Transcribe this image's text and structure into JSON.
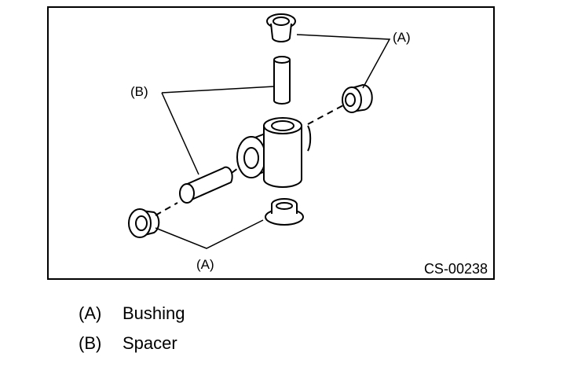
{
  "figure": {
    "code": "CS-00238",
    "callout_a_top": "(A)",
    "callout_b": "(B)",
    "callout_a_bottom": "(A)"
  },
  "legend": [
    {
      "key": "(A)",
      "label": "Bushing"
    },
    {
      "key": "(B)",
      "label": "Spacer"
    }
  ]
}
